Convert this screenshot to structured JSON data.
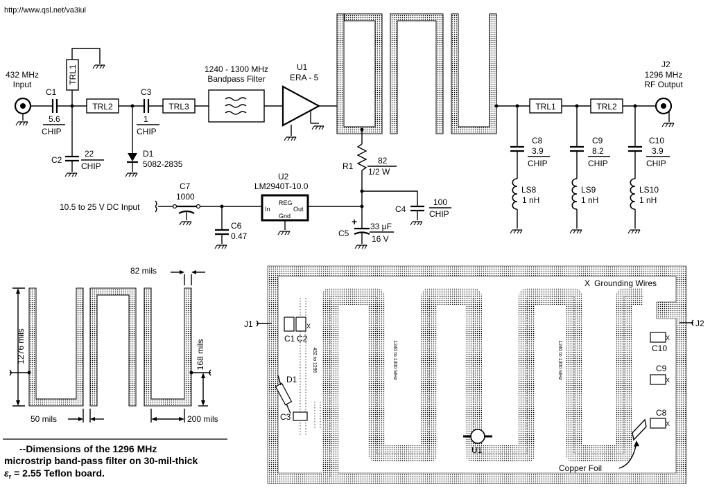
{
  "url": "http://www.qsl.net/va3iul",
  "schematic": {
    "j1": {
      "title": "432 MHz",
      "sub": "Input"
    },
    "j2": {
      "id": "J2",
      "title": "1296 MHz",
      "sub": "RF Output"
    },
    "c1": {
      "id": "C1",
      "value": "5.6",
      "type": "CHIP"
    },
    "c2": {
      "id": "C2",
      "value": "22",
      "type": "CHIP"
    },
    "c3": {
      "id": "C3",
      "value": "1",
      "type": "CHIP"
    },
    "trl1a": "TRL1",
    "trl2a": "TRL2",
    "trl3": "TRL3",
    "d1": {
      "id": "D1",
      "part": "5082-2835"
    },
    "filter": {
      "line1": "1240 - 1300 MHz",
      "line2": "Bandpass Filter"
    },
    "u1": {
      "id": "U1",
      "part": "ERA - 5"
    },
    "r1": {
      "id": "R1",
      "value": "82",
      "power": "1/2 W"
    },
    "u2": {
      "id": "U2",
      "part": "LM2940T-10.0",
      "reg": "REG",
      "in": "In",
      "out": "Out",
      "gnd": "Gnd"
    },
    "c7": {
      "id": "C7",
      "value": "1000"
    },
    "dc_input": "10.5 to 25 V DC Input",
    "c6": {
      "id": "C6",
      "value": "0.47"
    },
    "c5": {
      "id": "C5",
      "value": "33 µF",
      "voltage": "16 V",
      "plus": "+"
    },
    "c4": {
      "id": "C4",
      "value": "100",
      "type": "CHIP"
    },
    "trl1b": "TRL1",
    "trl2b": "TRL2",
    "c8": {
      "id": "C8",
      "value": "3.9",
      "type": "CHIP"
    },
    "c9": {
      "id": "C9",
      "value": "8.2",
      "type": "CHIP"
    },
    "c10": {
      "id": "C10",
      "value": "3.9",
      "type": "CHIP"
    },
    "ls8": {
      "id": "LS8",
      "value": "1 nH"
    },
    "ls9": {
      "id": "LS9",
      "value": "1 nH"
    },
    "ls10": {
      "id": "LS10",
      "value": "1 nH"
    }
  },
  "dimensions": {
    "gap": "82 mils",
    "length": "1276 mils",
    "tap": "168 mils",
    "width": "50 mils",
    "spacing": "200 mils",
    "caption": {
      "line1": "--Dimensions of the 1296 MHz",
      "line2": "microstrip band-pass filter on 30-mil-thick",
      "eps": "ε",
      "eps_sub": "r",
      "line3": " = 2.55 Teflon board."
    }
  },
  "layout": {
    "grounding": "Grounding Wires",
    "x_mark": "X",
    "j1": "J1",
    "j2": "J2",
    "c1": "C1",
    "c2": "C2",
    "c3": "C3",
    "d1": "D1",
    "c8": "C8",
    "c9": "C9",
    "c10": "C10",
    "u1": "U1",
    "rot1": "432 to 1296",
    "rot2": "1240 to 1300 MHz",
    "rot3": "1240 to 1300 MHz",
    "copper_foil": "Copper Foil"
  }
}
